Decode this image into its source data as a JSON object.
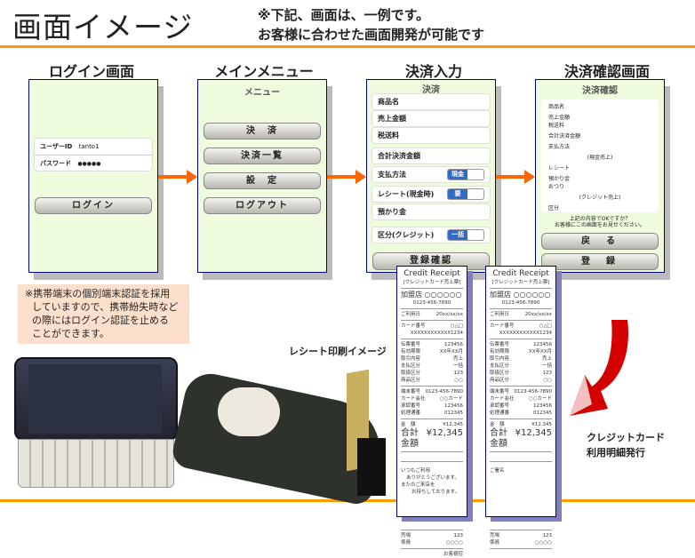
{
  "header": {
    "title": "画面イメージ",
    "note_line1": "※下記、画面は、一例です。",
    "note_line2": "お客様に合わせた画面開発が可能です"
  },
  "accent_color": "#ff9900",
  "sections": {
    "login": "ログイン画面",
    "menu": "メインメニュー",
    "payment": "決済入力",
    "confirm": "決済確認画面"
  },
  "login": {
    "user_label": "ユーザーID",
    "user_value": "tanto1",
    "password_label": "パスワード",
    "password_value": "●●●●●",
    "button": "ログイン"
  },
  "menu": {
    "title": "メニュー",
    "buttons": [
      "決　済",
      "決済一覧",
      "設　定",
      "ログアウト"
    ]
  },
  "payment": {
    "title": "決済",
    "product": "商品名",
    "sales": "売上金額",
    "tax_shipping": "税送料",
    "total": "合計決済金額",
    "method_label": "支払方法",
    "method_value": "現金",
    "receipt_label": "レシート(現金時)",
    "receipt_value": "要",
    "deposit": "預かり金",
    "credit_label": "区分(クレジット)",
    "credit_value": "一括",
    "button": "登録確認"
  },
  "confirm": {
    "title": "決済確認",
    "items": [
      "商品名",
      "売上金額",
      "税送料",
      "合計決済金額",
      "支払方法",
      "(現金売上)",
      "レシート",
      "預かり金",
      "おつり",
      "(クレジット売上)",
      "区分"
    ],
    "message1": "上記の内容でOKですか？",
    "message2": "お客様にこの画面をお見せください。",
    "back": "戻　る",
    "register": "登　録"
  },
  "memo": [
    "※携帯端末の個別端末認証を採用",
    "していますので、携帯紛失時など",
    "の際にはログイン認証を止める",
    "ことができます。"
  ],
  "receipt_caption": "レシート印刷イメージ",
  "receipt": {
    "title": "Credit Receipt",
    "subtitle": "[クレジットカード売上票]",
    "merchant": "加盟店 ○○○○○○",
    "phone": "0123-456-7890",
    "date_label": "ご利用日",
    "date_value": "20xx/xx/xx",
    "card_label": "カード番号",
    "card_mark": "○△□",
    "card_number": "XXXXXXXXXXXX1234",
    "rows1": [
      [
        "伝票番号",
        "123456"
      ],
      [
        "有効期限",
        "XX年XX月"
      ],
      [
        "取引内容",
        "売上"
      ],
      [
        "支払区分",
        "一括"
      ],
      [
        "取扱区分",
        "123"
      ],
      [
        "商品区分",
        "○○"
      ]
    ],
    "rows2": [
      [
        "端末番号",
        "0123-456-7890"
      ],
      [
        "カード会社",
        "○○カード"
      ],
      [
        "承認番号",
        "123456"
      ],
      [
        "処理通番",
        "012345"
      ]
    ],
    "amount_label": "金　額",
    "amount": "¥12,345",
    "total_label": "合計金額",
    "total": "¥12,345",
    "thanks": [
      "いつもご利用",
      "ありがとうございます。",
      "またのご来店を",
      "お待ちしております。"
    ],
    "signature": "ご署名",
    "rows3": [
      [
        "売場",
        "123"
      ],
      [
        "係員",
        "○○○○"
      ]
    ],
    "copy_label": "お客様控"
  },
  "callout": {
    "line1": "クレジットカード",
    "line2": "利用明細発行"
  }
}
